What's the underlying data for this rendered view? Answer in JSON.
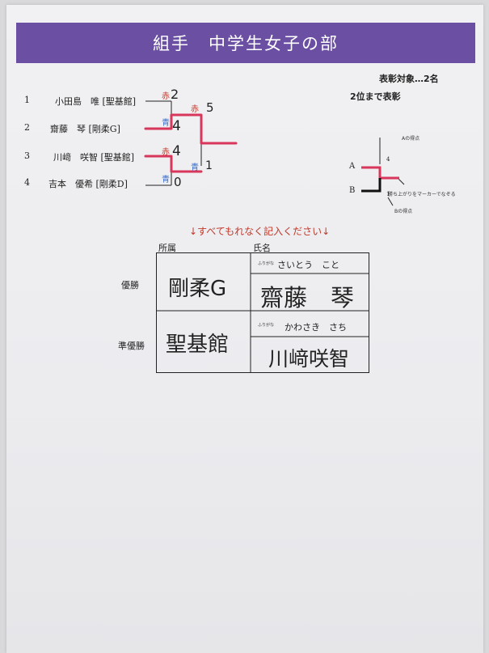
{
  "title": "組手　中学生女子の部",
  "award": {
    "target": "表彰対象…2名",
    "rank": "2位まで表彰"
  },
  "players": [
    {
      "no": "1",
      "name": "小田島　唯 [聖基館]"
    },
    {
      "no": "2",
      "name": "齋藤　琴 [剛柔G]"
    },
    {
      "no": "3",
      "name": "川﨑　咲智 [聖基館]"
    },
    {
      "no": "4",
      "name": "吉本　優希 [剛柔D]"
    }
  ],
  "bracket": {
    "match1": {
      "aka_label": "赤",
      "aka_score": "2",
      "ao_label": "青",
      "ao_score": "4"
    },
    "match2": {
      "aka_label": "赤",
      "aka_score": "4",
      "ao_label": "青",
      "ao_score": "0"
    },
    "final": {
      "aka_label": "赤",
      "aka_score": "5",
      "ao_label": "青",
      "ao_score": "1"
    }
  },
  "legend": {
    "a": "A",
    "b": "B",
    "a_score_note": "Aの得点",
    "b_score_note": "Bの得点",
    "marker_note": "勝ち上がりをマーカーでなぞる",
    "a_score": "4",
    "b_score": "1"
  },
  "entry": {
    "instruction": "↓すべてもれなく記入ください↓",
    "col_affiliation": "所属",
    "col_name": "氏名",
    "furigana_label": "ふりがな",
    "rows": [
      {
        "label": "優勝",
        "affiliation": "剛柔G",
        "furigana": "さいとう　こと",
        "name": "齋藤　琴"
      },
      {
        "label": "準優勝",
        "affiliation": "聖基館",
        "furigana": "かわさき　さち",
        "name": "川﨑咲智"
      }
    ]
  },
  "colors": {
    "banner": "#6b4fa3",
    "marker": "#d8365a",
    "aka": "#c0392b",
    "ao": "#3b6fc9"
  }
}
